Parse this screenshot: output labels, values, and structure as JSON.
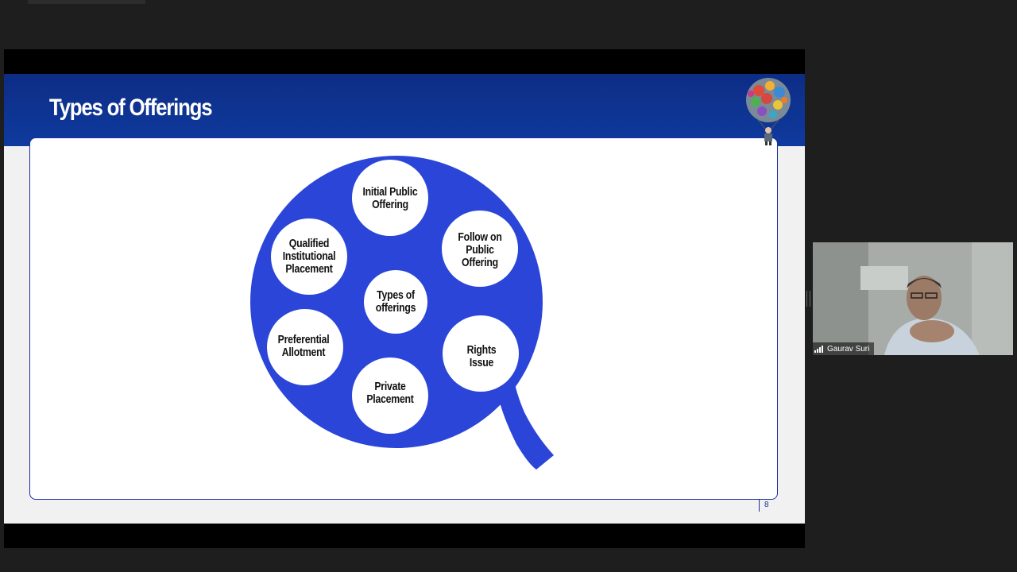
{
  "slide": {
    "title": "Types of Offerings",
    "page_number": "8",
    "brand_color": "#0f3a9e",
    "diagram_color": "#2a45d8",
    "diagram": {
      "center_label": "Types of offerings",
      "items": [
        {
          "label": "Initial Public Offering",
          "line1": "Initial Public",
          "line2": "Offering",
          "line3": ""
        },
        {
          "label": "Follow on Public Offering",
          "line1": "Follow on",
          "line2": "Public",
          "line3": "Offering"
        },
        {
          "label": "Rights Issue",
          "line1": "Rights",
          "line2": "Issue",
          "line3": ""
        },
        {
          "label": "Private Placement",
          "line1": "Private",
          "line2": "Placement",
          "line3": ""
        },
        {
          "label": "Preferential Allotment",
          "line1": "Preferential",
          "line2": "Allotment",
          "line3": ""
        },
        {
          "label": "Qualified Institutional Placement",
          "line1": "Qualified",
          "line2": "Institutional",
          "line3": "Placement"
        }
      ],
      "center": {
        "line1": "Types of",
        "line2": "offerings"
      }
    }
  },
  "video": {
    "participant_name": "Gaurav Suri"
  },
  "icons": {
    "signal": "signal-strength-icon",
    "logo": "balloon-logo-icon"
  }
}
